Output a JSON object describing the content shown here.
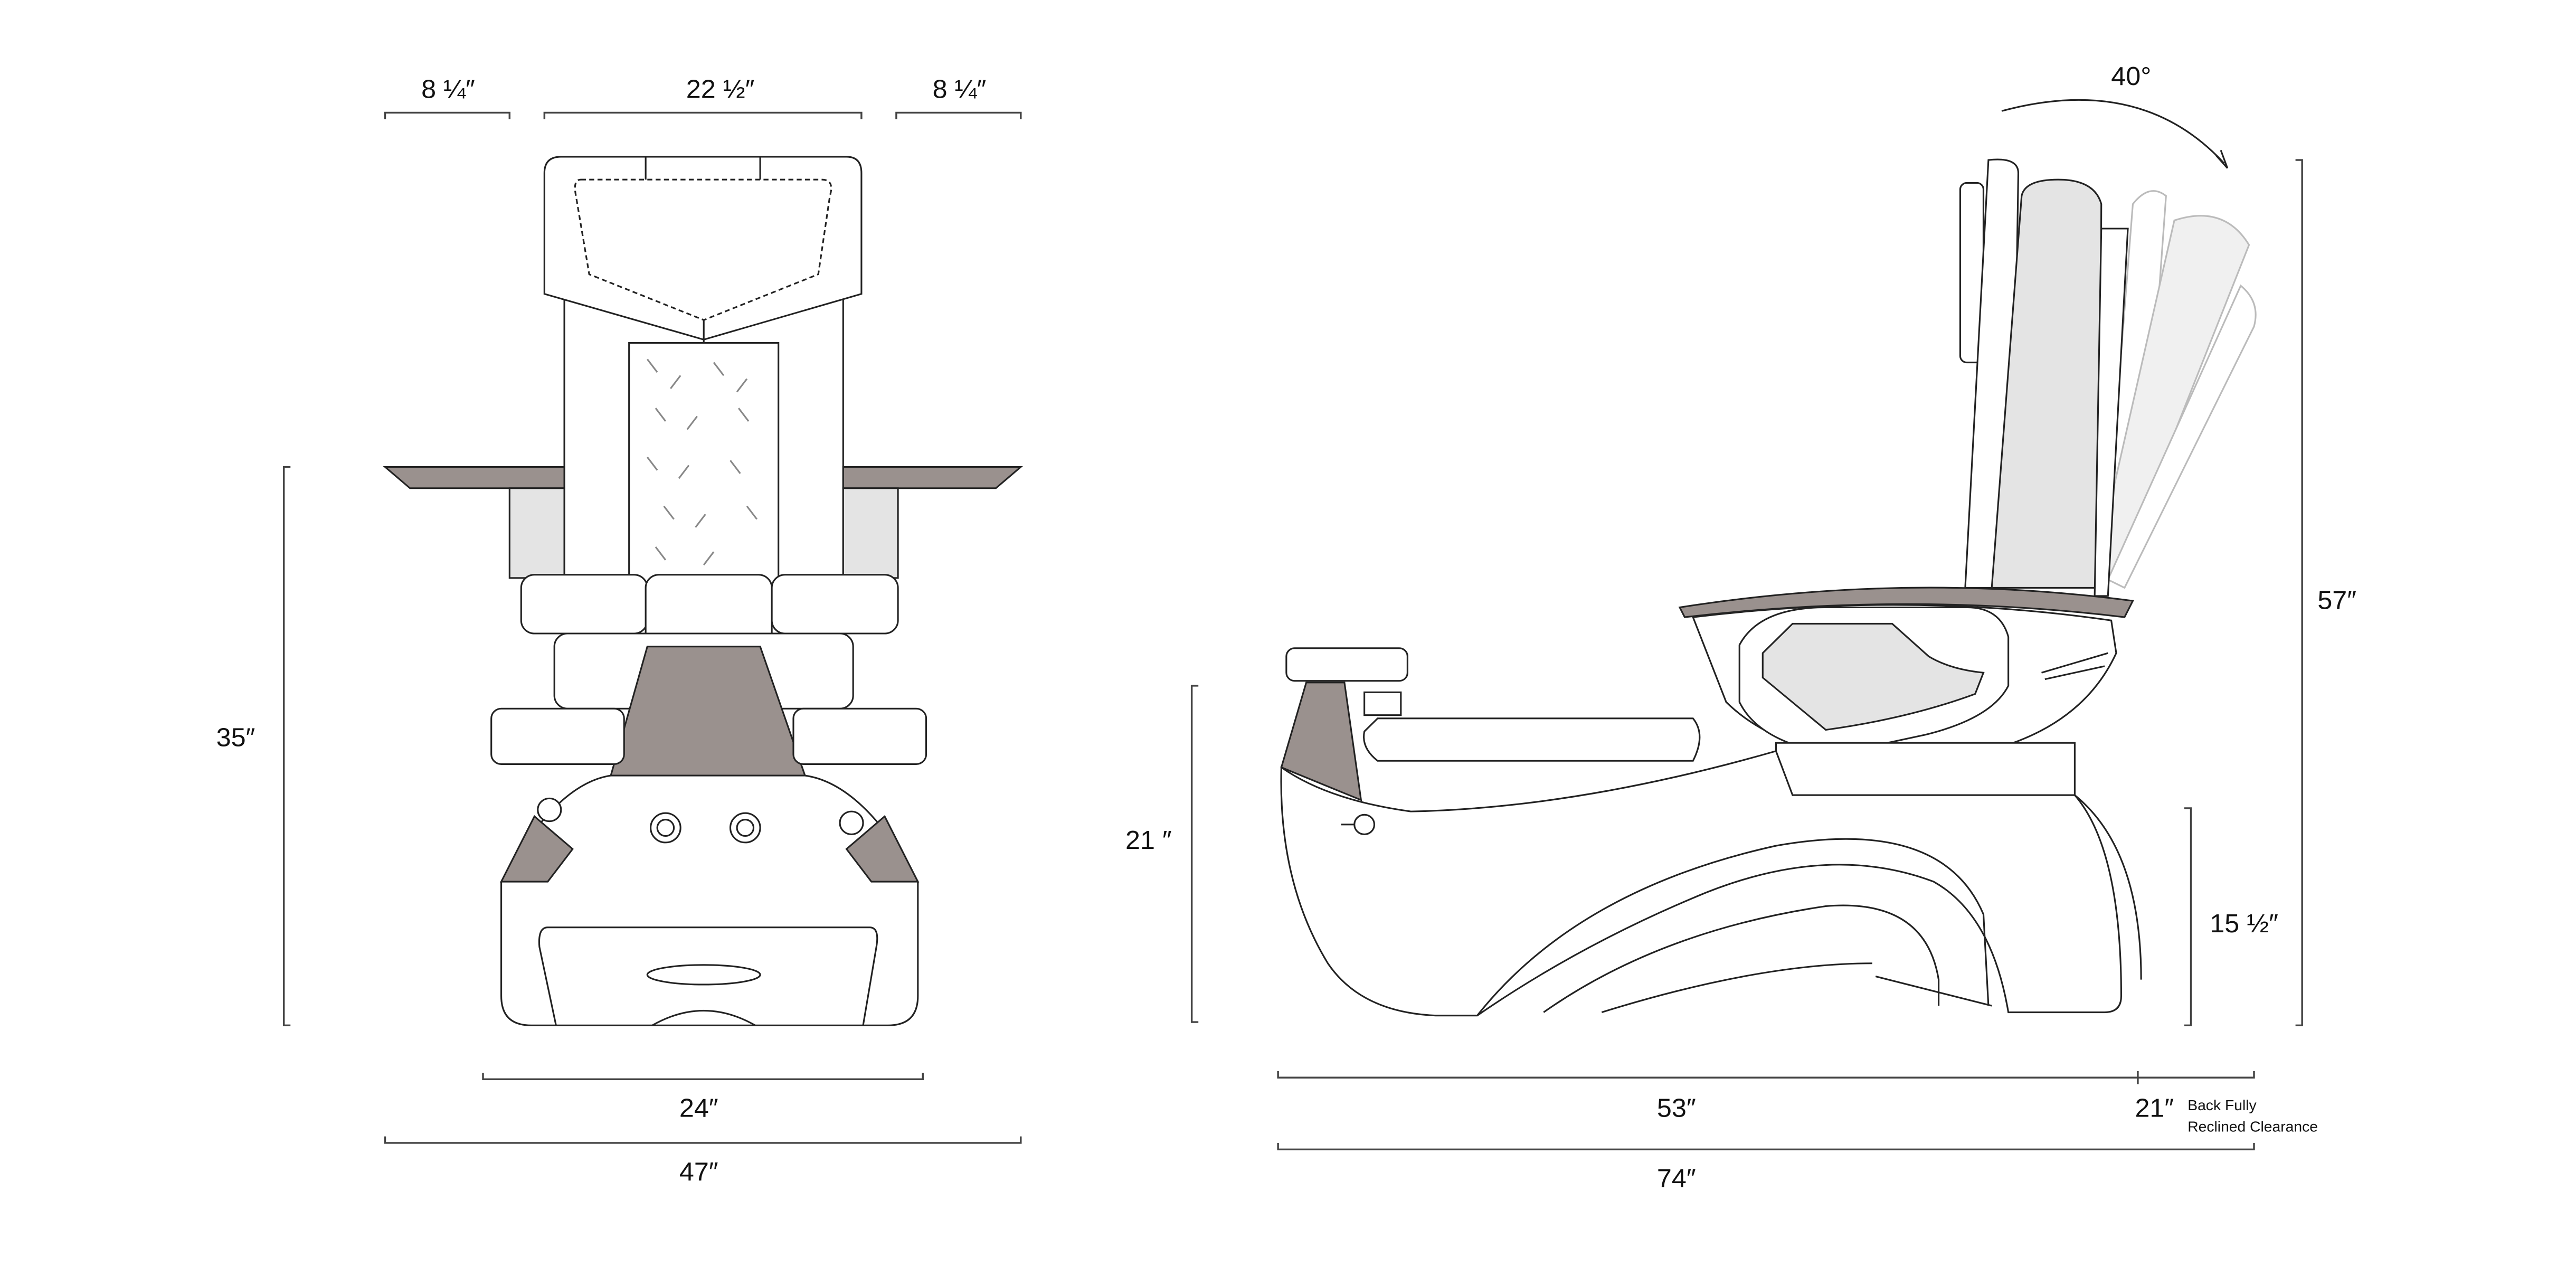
{
  "front_view": {
    "dim_left_top": "8 ¼″",
    "dim_center_top": "22 ½″",
    "dim_right_top": "8 ¼″",
    "dim_height": "35″",
    "dim_base_width": "24″",
    "dim_total_width": "47″"
  },
  "side_view": {
    "dim_recline_angle": "40°",
    "dim_total_height": "57″",
    "dim_footrest_height": "21 ″",
    "dim_seat_base_height": "15 ½″",
    "dim_length": "53″",
    "dim_clearance": "21″",
    "clearance_note_line1": "Back Fully",
    "clearance_note_line2": "Reclined Clearance",
    "dim_total_length": "74″"
  },
  "colors": {
    "accent_gray": "#9a918e",
    "cushion_gray": "#e4e4e4",
    "line": "#222222"
  }
}
